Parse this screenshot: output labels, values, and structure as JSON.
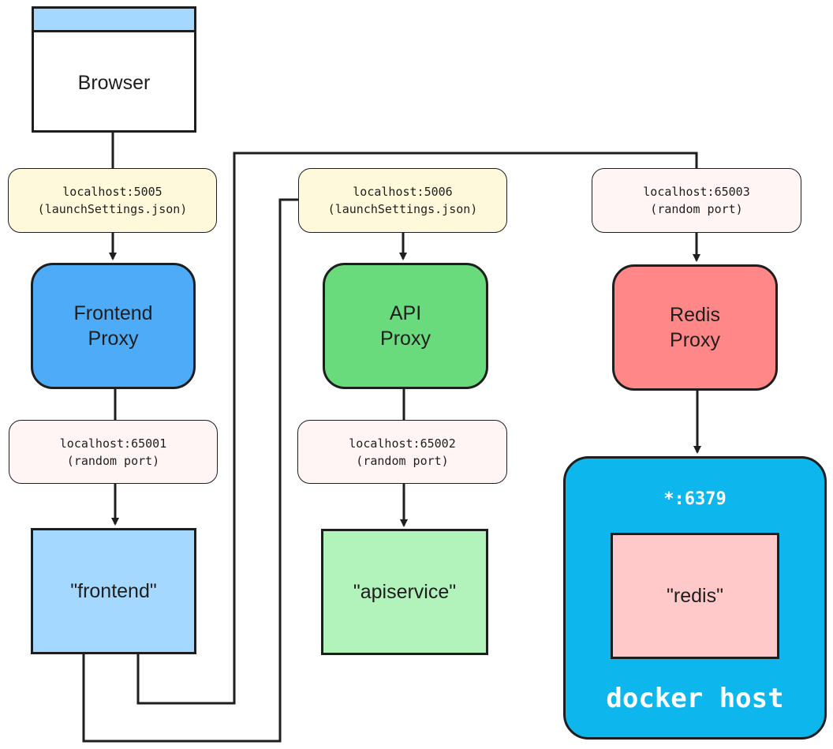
{
  "nodes": {
    "browser": {
      "label": "Browser",
      "color": "#ffffff",
      "titlebar_color": "#a5d8ff"
    },
    "frontend_proxy": {
      "line1": "Frontend",
      "line2": "Proxy",
      "color": "#4dabf7"
    },
    "api_proxy": {
      "line1": "API",
      "line2": "Proxy",
      "color": "#69db7c"
    },
    "redis_proxy": {
      "line1": "Redis",
      "line2": "Proxy",
      "color": "#ff8787"
    },
    "frontend": {
      "label": "\"frontend\"",
      "color": "#a5d8ff"
    },
    "apiservice": {
      "label": "\"apiservice\"",
      "color": "#b2f2bb"
    },
    "redis": {
      "label": "\"redis\"",
      "color": "#ffc9c9"
    },
    "docker_host": {
      "port": "*:6379",
      "label": "docker host",
      "color": "#0db7ed"
    }
  },
  "ports": {
    "frontend_public": {
      "line1": "localhost:5005",
      "line2": "(launchSettings.json)"
    },
    "api_public": {
      "line1": "localhost:5006",
      "line2": "(launchSettings.json)"
    },
    "redis_public": {
      "line1": "localhost:65003",
      "line2": "(random port)"
    },
    "frontend_internal": {
      "line1": "localhost:65001",
      "line2": "(random port)"
    },
    "api_internal": {
      "line1": "localhost:65002",
      "line2": "(random port)"
    }
  }
}
